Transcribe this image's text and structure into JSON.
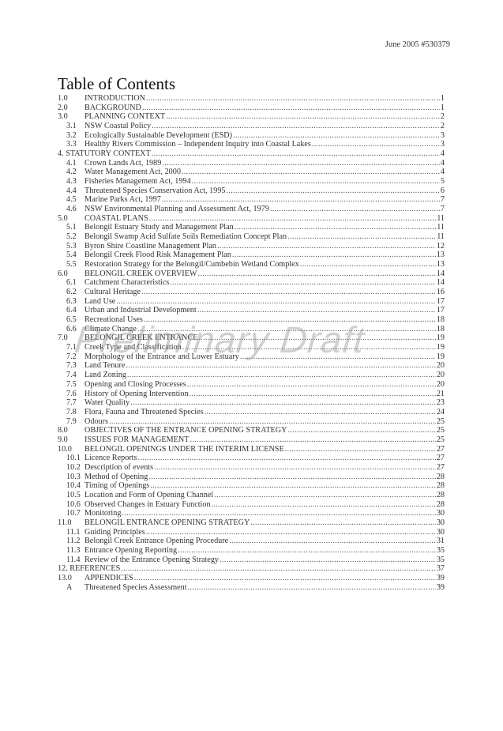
{
  "header": {
    "date_ref": "June 2005 #530379"
  },
  "toc": {
    "title": "Table of Contents",
    "entries": [
      {
        "num": "1.0",
        "title": "INTRODUCTION",
        "page": "1",
        "level": 1
      },
      {
        "num": "2.0",
        "title": "BACKGROUND",
        "page": "1",
        "level": 1
      },
      {
        "num": "3.0",
        "title": "PLANNING CONTEXT",
        "page": "2",
        "level": 1
      },
      {
        "num": "3.1",
        "title": "NSW Coastal Policy",
        "page": "2",
        "level": 2
      },
      {
        "num": "3.2",
        "title": "Ecologically Sustainable Development (ESD)",
        "page": "3",
        "level": 2
      },
      {
        "num": "3.3",
        "title": "Healthy Rivers Commission – Independent Inquiry into Coastal Lakes",
        "page": "3",
        "level": 2
      },
      {
        "num": "",
        "title": "4. STATUTORY CONTEXT",
        "page": "4",
        "level": 1
      },
      {
        "num": "4.1",
        "title": "Crown Lands Act, 1989",
        "page": "4",
        "level": 2
      },
      {
        "num": "4.2",
        "title": "Water Management Act, 2000",
        "page": "4",
        "level": 2
      },
      {
        "num": "4.3",
        "title": "Fisheries Management Act, 1994",
        "page": "5",
        "level": 2
      },
      {
        "num": "4.4",
        "title": "Threatened Species Conservation Act, 1995",
        "page": "6",
        "level": 2
      },
      {
        "num": "4.5",
        "title": "Marine Parks Act, 1997",
        "page": "7",
        "level": 2
      },
      {
        "num": "4.6",
        "title": "NSW Environmental Planning and Assessment Act, 1979",
        "page": "7",
        "level": 2
      },
      {
        "num": "5.0",
        "title": "COASTAL PLANS",
        "page": "11",
        "level": 1
      },
      {
        "num": "5.1",
        "title": "Belongil Estuary Study and Management Plan",
        "page": "11",
        "level": 2
      },
      {
        "num": "5.2",
        "title": "Belongil Swamp Acid Sulfate Soils Remediation Concept Plan",
        "page": "11",
        "level": 2
      },
      {
        "num": "5.3",
        "title": "Byron Shire Coastline Management Plan",
        "page": "12",
        "level": 2
      },
      {
        "num": "5.4",
        "title": "Belongil Creek Flood Risk Management Plan",
        "page": "13",
        "level": 2
      },
      {
        "num": "5.5",
        "title": "Restoration Strategy for the Belongil/Cumbebin Wetland Complex",
        "page": "13",
        "level": 2
      },
      {
        "num": "6.0",
        "title": "BELONGIL CREEK OVERVIEW",
        "page": "14",
        "level": 1
      },
      {
        "num": "6.1",
        "title": "Catchment Characteristics",
        "page": "14",
        "level": 2
      },
      {
        "num": "6.2",
        "title": "Cultural Heritage",
        "page": "16",
        "level": 2
      },
      {
        "num": "6.3",
        "title": "Land Use",
        "page": "17",
        "level": 2
      },
      {
        "num": "6.4",
        "title": "Urban and Industrial Development",
        "page": "17",
        "level": 2
      },
      {
        "num": "6.5",
        "title": "Recreational Uses",
        "page": "18",
        "level": 2
      },
      {
        "num": "6.6",
        "title": "Climate Change",
        "page": "18",
        "level": 2
      },
      {
        "num": "7.0",
        "title": "BELONGIL CREEK ENTRANCE",
        "page": "19",
        "level": 1
      },
      {
        "num": "7.1",
        "title": "Creek Type and Classification",
        "page": "19",
        "level": 2
      },
      {
        "num": "7.2",
        "title": "Morphology of the Entrance and Lower Estuary",
        "page": "19",
        "level": 2
      },
      {
        "num": "7.3",
        "title": "Land Tenure",
        "page": "20",
        "level": 2
      },
      {
        "num": "7.4",
        "title": "Land Zoning",
        "page": "20",
        "level": 2
      },
      {
        "num": "7.5",
        "title": "Opening and Closing Processes",
        "page": "20",
        "level": 2
      },
      {
        "num": "7.6",
        "title": "History of Opening Intervention",
        "page": "21",
        "level": 2
      },
      {
        "num": "7.7",
        "title": "Water Quality",
        "page": "23",
        "level": 2
      },
      {
        "num": "7.8",
        "title": "Flora, Fauna and Threatened Species",
        "page": "24",
        "level": 2
      },
      {
        "num": "7.9",
        "title": "Odours",
        "page": "25",
        "level": 2
      },
      {
        "num": "8.0",
        "title": "OBJECTIVES OF THE ENTRANCE OPENING STRATEGY",
        "page": "25",
        "level": 1
      },
      {
        "num": "9.0",
        "title": "ISSUES FOR MANAGEMENT",
        "page": "25",
        "level": 1
      },
      {
        "num": "10.0",
        "title": "BELONGIL OPENINGS UNDER THE INTERIM LICENSE",
        "page": "27",
        "level": 1
      },
      {
        "num": "10.1",
        "title": "Licence Reports",
        "page": "27",
        "level": 2
      },
      {
        "num": "10.2",
        "title": "Description of events",
        "page": "27",
        "level": 2
      },
      {
        "num": "10.3",
        "title": "Method of Opening",
        "page": "28",
        "level": 2
      },
      {
        "num": "10.4",
        "title": "Timing of Openings",
        "page": "28",
        "level": 2
      },
      {
        "num": "10.5",
        "title": "Location and Form of Opening Channel",
        "page": "28",
        "level": 2
      },
      {
        "num": "10.6",
        "title": "Observed Changes in Estuary Function",
        "page": "28",
        "level": 2
      },
      {
        "num": "10.7",
        "title": "Monitoring",
        "page": "30",
        "level": 2
      },
      {
        "num": "11.0",
        "title": "BELONGIL ENTRANCE OPENING STRATEGY",
        "page": "30",
        "level": 1
      },
      {
        "num": "11.1",
        "title": "Guiding Principles",
        "page": "30",
        "level": 2
      },
      {
        "num": "11.2",
        "title": "Belongil Creek Entrance Opening Procedure",
        "page": "31",
        "level": 2
      },
      {
        "num": "11.3",
        "title": "Entrance Opening Reporting",
        "page": "35",
        "level": 2
      },
      {
        "num": "11.4",
        "title": "Review of the Entrance Opening Strategy",
        "page": "35",
        "level": 2
      },
      {
        "num": "",
        "title": "12. REFERENCES",
        "page": "37",
        "level": 1
      },
      {
        "num": "13.0",
        "title": "APPENDICES",
        "page": "39",
        "level": 1
      },
      {
        "num": "A",
        "title": "Threatened Species Assessment",
        "page": "39",
        "level": 2
      }
    ]
  },
  "watermark": "Preliminary Draft"
}
